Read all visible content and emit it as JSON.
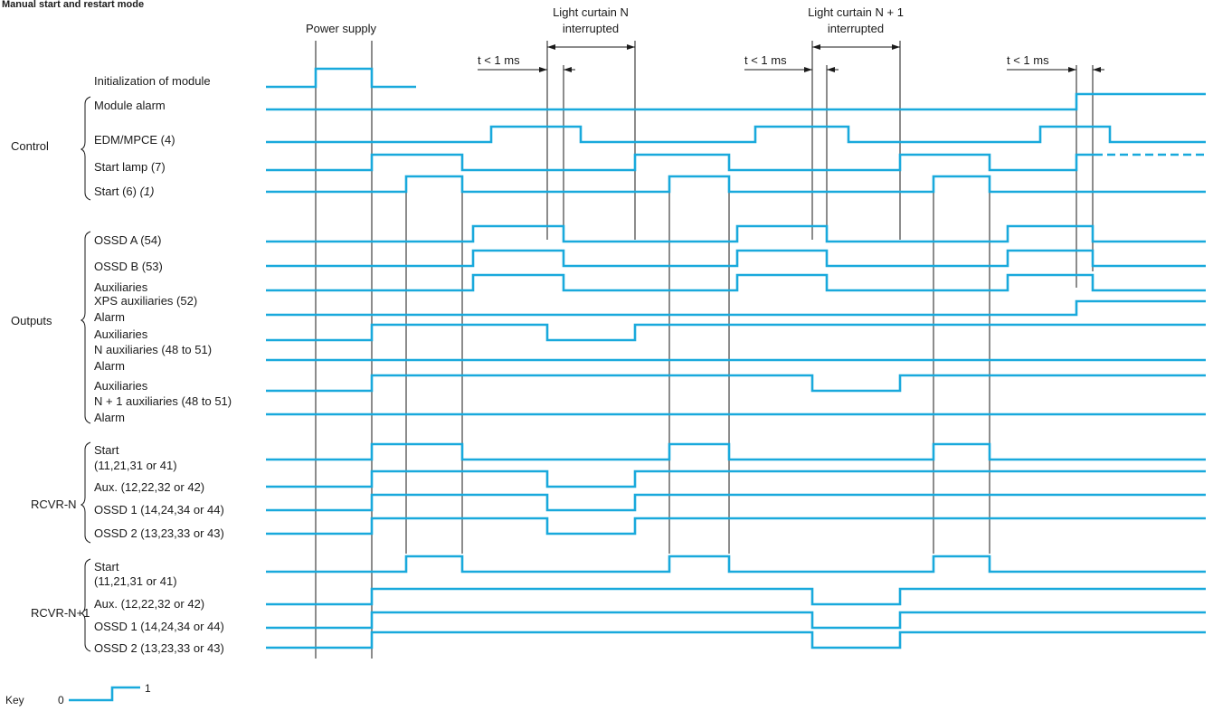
{
  "title": "Manual start and restart mode",
  "annotations": {
    "power_supply": "Power supply",
    "curtain_n": [
      "Light curtain N",
      "interrupted"
    ],
    "curtain_n1": [
      "Light curtain N + 1",
      "interrupted"
    ],
    "t_lt": "t < 1 ms"
  },
  "groups": {
    "control": "Control",
    "outputs": "Outputs",
    "rcvr_n": "RCVR-N",
    "rcvr_n1": "RCVR-N+1"
  },
  "key": {
    "label": "Key",
    "low": "0",
    "high": "1"
  },
  "signals": [
    {
      "id": "init",
      "label": [
        "Initialization of module"
      ],
      "italic": ""
    },
    {
      "id": "module_alarm",
      "label": [
        "Module alarm"
      ],
      "italic": ""
    },
    {
      "id": "edm",
      "label": [
        "EDM/MPCE (4)"
      ],
      "italic": ""
    },
    {
      "id": "start_lamp",
      "label": [
        "Start lamp (7)"
      ],
      "italic": ""
    },
    {
      "id": "start",
      "label": [
        "Start (6) "
      ],
      "italic": "(1)"
    },
    {
      "id": "ossd_a",
      "label": [
        "OSSD A (54)"
      ],
      "italic": ""
    },
    {
      "id": "ossd_b",
      "label": [
        "OSSD B (53)"
      ],
      "italic": ""
    },
    {
      "id": "xps_aux",
      "label": [
        "Auxiliaries",
        "XPS auxiliaries (52)"
      ],
      "italic": ""
    },
    {
      "id": "xps_alarm",
      "label": [
        "Alarm"
      ],
      "italic": ""
    },
    {
      "id": "n_aux",
      "label": [
        "Auxiliaries",
        "N auxiliaries (48 to 51)"
      ],
      "italic": ""
    },
    {
      "id": "n_alarm",
      "label": [
        "Alarm"
      ],
      "italic": ""
    },
    {
      "id": "n1_aux",
      "label": [
        "Auxiliaries",
        "N + 1 auxiliaries (48 to 51)"
      ],
      "italic": ""
    },
    {
      "id": "n1_alarm",
      "label": [
        "Alarm"
      ],
      "italic": ""
    },
    {
      "id": "rn_start",
      "label": [
        "Start",
        "(11,21,31 or 41)"
      ],
      "italic": ""
    },
    {
      "id": "rn_aux",
      "label": [
        "Aux. (12,22,32 or 42)"
      ],
      "italic": ""
    },
    {
      "id": "rn_ossd1",
      "label": [
        "OSSD 1 (14,24,34 or 44)"
      ],
      "italic": ""
    },
    {
      "id": "rn_ossd2",
      "label": [
        "OSSD 2 (13,23,33 or 43)"
      ],
      "italic": ""
    },
    {
      "id": "rn1_start",
      "label": [
        "Start",
        "(11,21,31 or 41)"
      ],
      "italic": ""
    },
    {
      "id": "rn1_aux",
      "label": [
        "Aux. (12,22,32 or 42)"
      ],
      "italic": ""
    },
    {
      "id": "rn1_ossd1",
      "label": [
        "OSSD 1 (14,24,34 or 44)"
      ],
      "italic": ""
    },
    {
      "id": "rn1_ossd2",
      "label": [
        "OSSD 2 (13,23,33 or 43)"
      ],
      "italic": ""
    }
  ]
}
